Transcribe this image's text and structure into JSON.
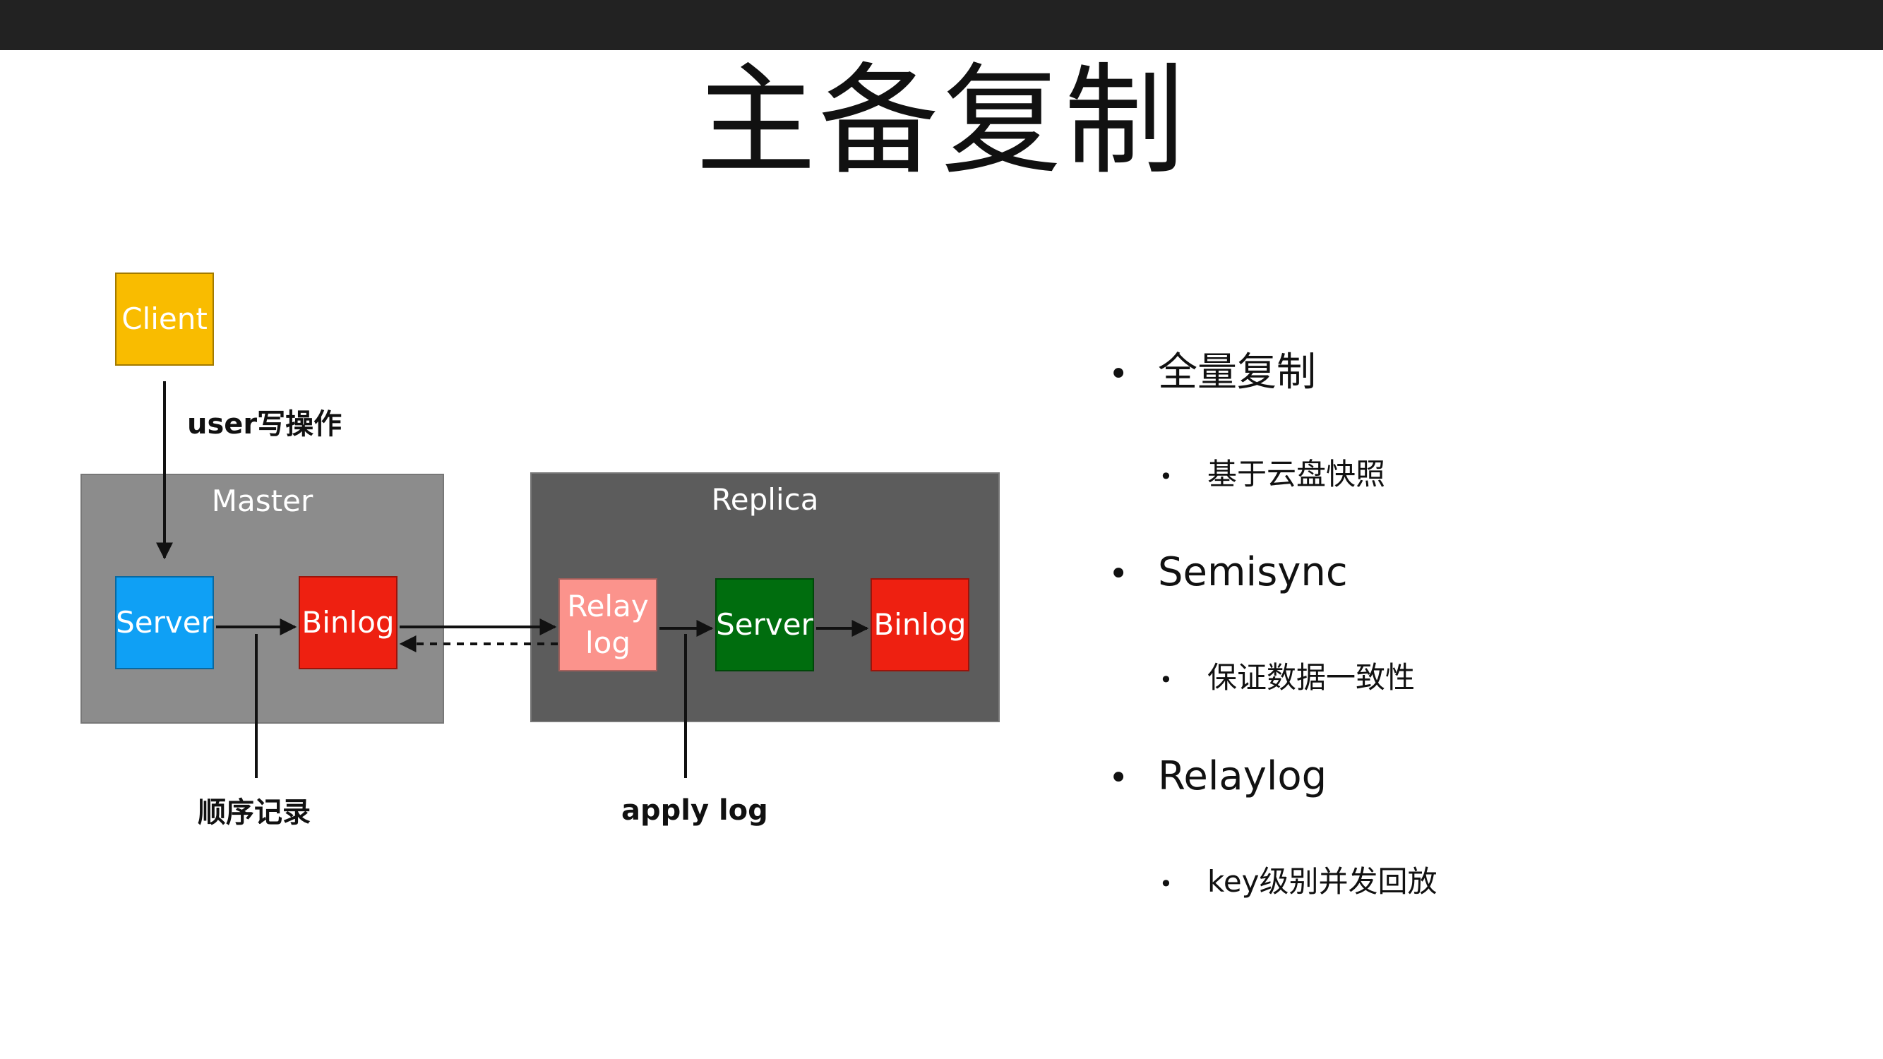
{
  "slide": {
    "title": "主备复制"
  },
  "diagram": {
    "client": {
      "label": "Client",
      "color": "#F9BC00"
    },
    "user_write_label": "user写操作",
    "master": {
      "label": "Master",
      "color": "#8C8C8C",
      "server": {
        "label": "Server",
        "color": "#0FA0F5"
      },
      "binlog": {
        "label": "Binlog",
        "color": "#EE2011"
      }
    },
    "replica": {
      "label": "Replica",
      "color": "#5C5C5C",
      "relay_log": {
        "label_line1": "Relay",
        "label_line2": "log",
        "color": "#FB938C"
      },
      "server": {
        "label": "Server",
        "color": "#006D0E"
      },
      "binlog": {
        "label": "Binlog",
        "color": "#EE2011"
      }
    },
    "sequential_record_label": "顺序记录",
    "apply_log_label": "apply log"
  },
  "bullets": [
    {
      "text": "全量复制",
      "sub": "基于云盘快照"
    },
    {
      "text": "Semisync",
      "sub": "保证数据一致性"
    },
    {
      "text": "Relaylog",
      "sub": "key级别并发回放"
    }
  ]
}
